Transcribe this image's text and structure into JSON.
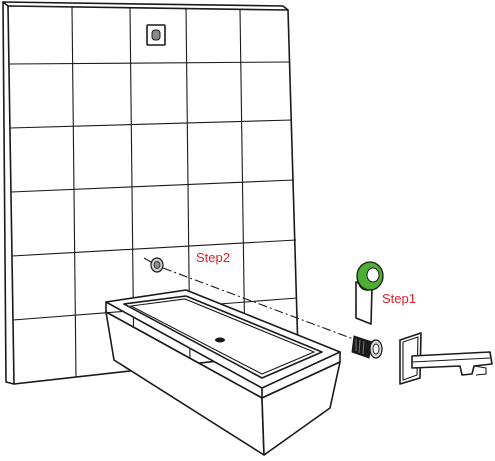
{
  "labels": {
    "step1": "Step1",
    "step2": "Step2"
  },
  "colors": {
    "line": "#1a1a1a",
    "label": "#e0202a",
    "tape": "#4caf33",
    "background": "#ffffff"
  },
  "icons": {
    "wall": "tiled-wall",
    "bathtub": "bathtub-icon",
    "tape": "tape-roll-icon",
    "connector": "threaded-connector-icon",
    "spout": "wall-spout-icon",
    "outlet": "wall-outlet-icon",
    "upper_fitting": "wall-fitting-icon"
  }
}
